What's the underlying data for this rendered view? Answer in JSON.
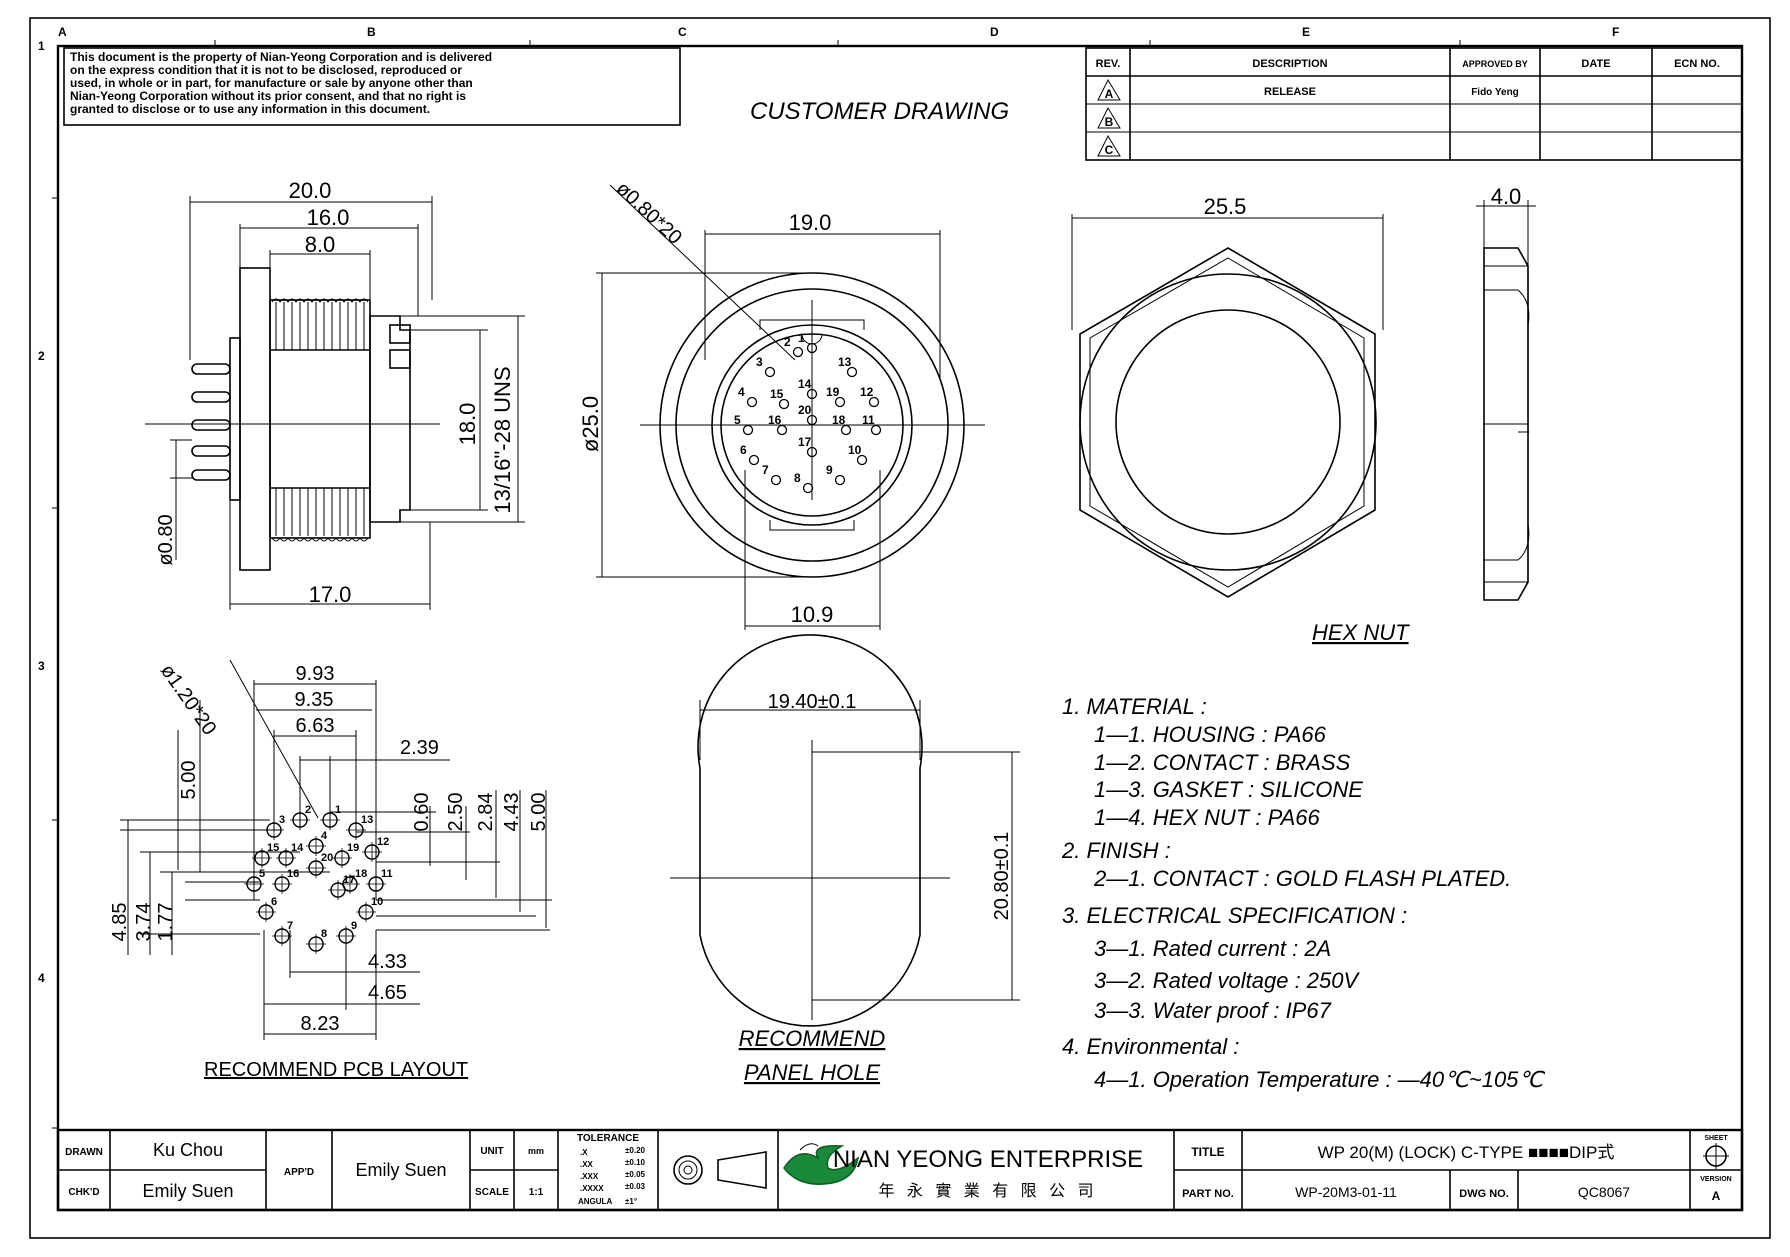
{
  "border": {
    "columns": [
      "A",
      "B",
      "C",
      "D",
      "E",
      "F"
    ],
    "rows": [
      "1",
      "2",
      "3",
      "4"
    ]
  },
  "notice": [
    "This document is the property of Nian-Yeong Corporation and is delivered",
    "on  the  express condition that it is not to be disclosed, reproduced or",
    "used, in whole or in part, for manufacture or sale by anyone other than",
    "Nian-Yeong Corporation without  its prior consent, and that  no right  is",
    "granted to disclose or to use any information in this  document."
  ],
  "drawing_title": "CUSTOMER  DRAWING",
  "revision_table": {
    "headers": [
      "REV.",
      "DESCRIPTION",
      "APPROVED BY",
      "DATE",
      "ECN NO."
    ],
    "rows": [
      {
        "rev": "A",
        "description": "RELEASE",
        "approved_by": "Fido Yeng",
        "date": "",
        "ecn": ""
      },
      {
        "rev": "B",
        "description": "",
        "approved_by": "",
        "date": "",
        "ecn": ""
      },
      {
        "rev": "C",
        "description": "",
        "approved_by": "",
        "date": "",
        "ecn": ""
      }
    ]
  },
  "side_view": {
    "dims": [
      "20.0",
      "16.0",
      "8.0",
      "18.0",
      "13/16\"-28 UNS",
      "ø0.80",
      "17.0"
    ]
  },
  "front_view": {
    "dims": [
      "ø0.80*20",
      "19.0",
      "ø25.0",
      "10.9"
    ],
    "pins": [
      "1",
      "2",
      "3",
      "4",
      "5",
      "6",
      "7",
      "8",
      "9",
      "10",
      "11",
      "12",
      "13",
      "14",
      "15",
      "16",
      "17",
      "18",
      "19",
      "20"
    ]
  },
  "hex_nut": {
    "dims": [
      "25.5",
      "4.0"
    ],
    "label": "HEX  NUT"
  },
  "pcb_layout": {
    "dims": [
      "ø1.20*20",
      "9.93",
      "9.35",
      "6.63",
      "2.39",
      "5.00",
      "0.60",
      "2.50",
      "2.84",
      "4.43",
      "5.00",
      "4.85",
      "3.74",
      "1.77",
      "4.33",
      "4.65",
      "8.23"
    ],
    "label": "RECOMMEND  PCB  LAYOUT"
  },
  "panel_hole": {
    "dims": [
      "19.40±0.1",
      "20.80±0.1"
    ],
    "label_line1": "RECOMMEND",
    "label_line2": "PANEL  HOLE"
  },
  "specs": [
    "1.  MATERIAL  :",
    "1—1.  HOUSING  :  PA66",
    "1—2.  CONTACT  :  BRASS",
    "1—3.  GASKET  :  SILICONE",
    "1—4.  HEX  NUT  :  PA66",
    "2.  FINISH  :",
    "2—1.  CONTACT  :  GOLD  FLASH  PLATED.",
    "3.  ELECTRICAL  SPECIFICATION  :",
    "3—1.  Rated  current  :  2A",
    "3—2.  Rated  voltage  :  250V",
    "3—3.  Water  proof  :  IP67",
    "4.  Environmental  :",
    "4—1.  Operation  Temperature  :  —40℃~105℃"
  ],
  "title_block": {
    "drawn_label": "DRAWN",
    "drawn": "Ku Chou",
    "chkd_label": "CHK'D",
    "chkd": "Emily Suen",
    "appd_label": "APP'D",
    "appd": "Emily Suen",
    "unit_label": "UNIT",
    "unit": "mm",
    "scale_label": "SCALE",
    "scale": "1:1",
    "tolerance_label": "TOLERANCE",
    "tolerances": [
      {
        "k": ".X",
        "v": "±0.20"
      },
      {
        "k": ".XX",
        "v": "±0.10"
      },
      {
        "k": ".XXX",
        "v": "±0.05"
      },
      {
        "k": ".XXXX",
        "v": "±0.03"
      },
      {
        "k": "ANGULA",
        "v": "±1°"
      }
    ],
    "company": "NIAN YEONG ENTERPRISE",
    "company_cn": "年 永 實 業 有 限 公 司",
    "title_label": "TITLE",
    "title": "WP 20(M) (LOCK) C-TYPE ■■■■DIP式",
    "part_label": "PART NO.",
    "part": "WP-20M3-01-11",
    "dwg_label": "DWG NO.",
    "dwg": "QC8067",
    "sheet_label": "SHEET",
    "version_label": "VERSION",
    "version": "A"
  }
}
